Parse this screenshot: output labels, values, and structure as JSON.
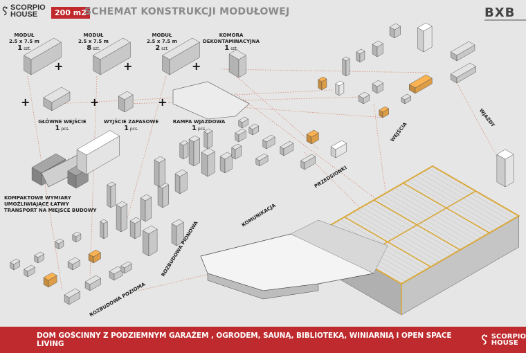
{
  "header": {
    "brand_line1": "SCORPIO",
    "brand_line2": "HOUSE",
    "area_badge": "200 m2",
    "title": "SCHEMAT KONSTRUKCJI MODUŁOWEJ",
    "studio_logo": "BXB"
  },
  "modules": [
    {
      "name": "MODUŁ",
      "size": "2.5 x 7.5 m",
      "count": "1",
      "unit": "szt."
    },
    {
      "name": "MODUŁ",
      "size": "2.5 x 7.5 m",
      "count": "8",
      "unit": "szt."
    },
    {
      "name": "MODUŁ",
      "size": "2.5 x 7.5 m",
      "count": "2",
      "unit": "szt."
    },
    {
      "name": "KOMORA",
      "size": "DEKONTAMINACYJNA",
      "count": "1",
      "unit": "szt."
    }
  ],
  "elements": [
    {
      "name": "GŁÓWNE WEJŚCIE",
      "count": "1",
      "unit": "pcs."
    },
    {
      "name": "WYJŚCIE ZAPASOWE",
      "count": "1",
      "unit": "pcs."
    },
    {
      "name": "RAMPA WJAZDOWA",
      "count": "1",
      "unit": "pcs."
    }
  ],
  "plus_sign": "+",
  "transport_note": "KOMPAKTOWE WYMIARY UMOŻLIWIAJĄCE ŁATWY TRANSPORT NA MIEJSCE BUDOWY",
  "group_labels": {
    "horizontal": "ROZBUDOWA POZIOMA",
    "vertical": "ROZBUDOWA PIONOWA",
    "communication": "KOMUNIKACJA",
    "vestibules": "PRZEDSIONKI",
    "entrances": "WEJŚCIA",
    "driveways": "WJAZDY"
  },
  "footer": {
    "tagline": "DOM GOŚCINNY Z PODZIEMNYM GARAŻEM , OGRODEM, SAUNĄ, BIBLIOTEKĄ, WINIARNIĄ I OPEN SPACE LIVING",
    "brand_line1": "SCORPIO",
    "brand_line2": "HOUSE"
  },
  "colors": {
    "background": "#e6e6e6",
    "accent_red": "#be2a2d",
    "highlight_orange": "#e8a54a",
    "frame_gold": "#d9a83a",
    "module_grey": "#d2d2d2",
    "dotted_line": "#d48a70"
  }
}
